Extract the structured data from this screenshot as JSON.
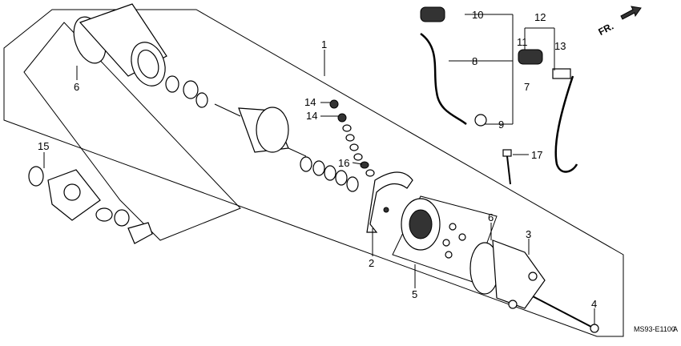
{
  "diagram": {
    "callouts": [
      "1",
      "2",
      "3",
      "4",
      "5",
      "6",
      "6",
      "7",
      "8",
      "9",
      "10",
      "11",
      "12",
      "13",
      "14",
      "14",
      "15",
      "16",
      "17"
    ],
    "direction_label": "FR.",
    "code_main": "MS93-E1100",
    "code_suffix": "A"
  }
}
